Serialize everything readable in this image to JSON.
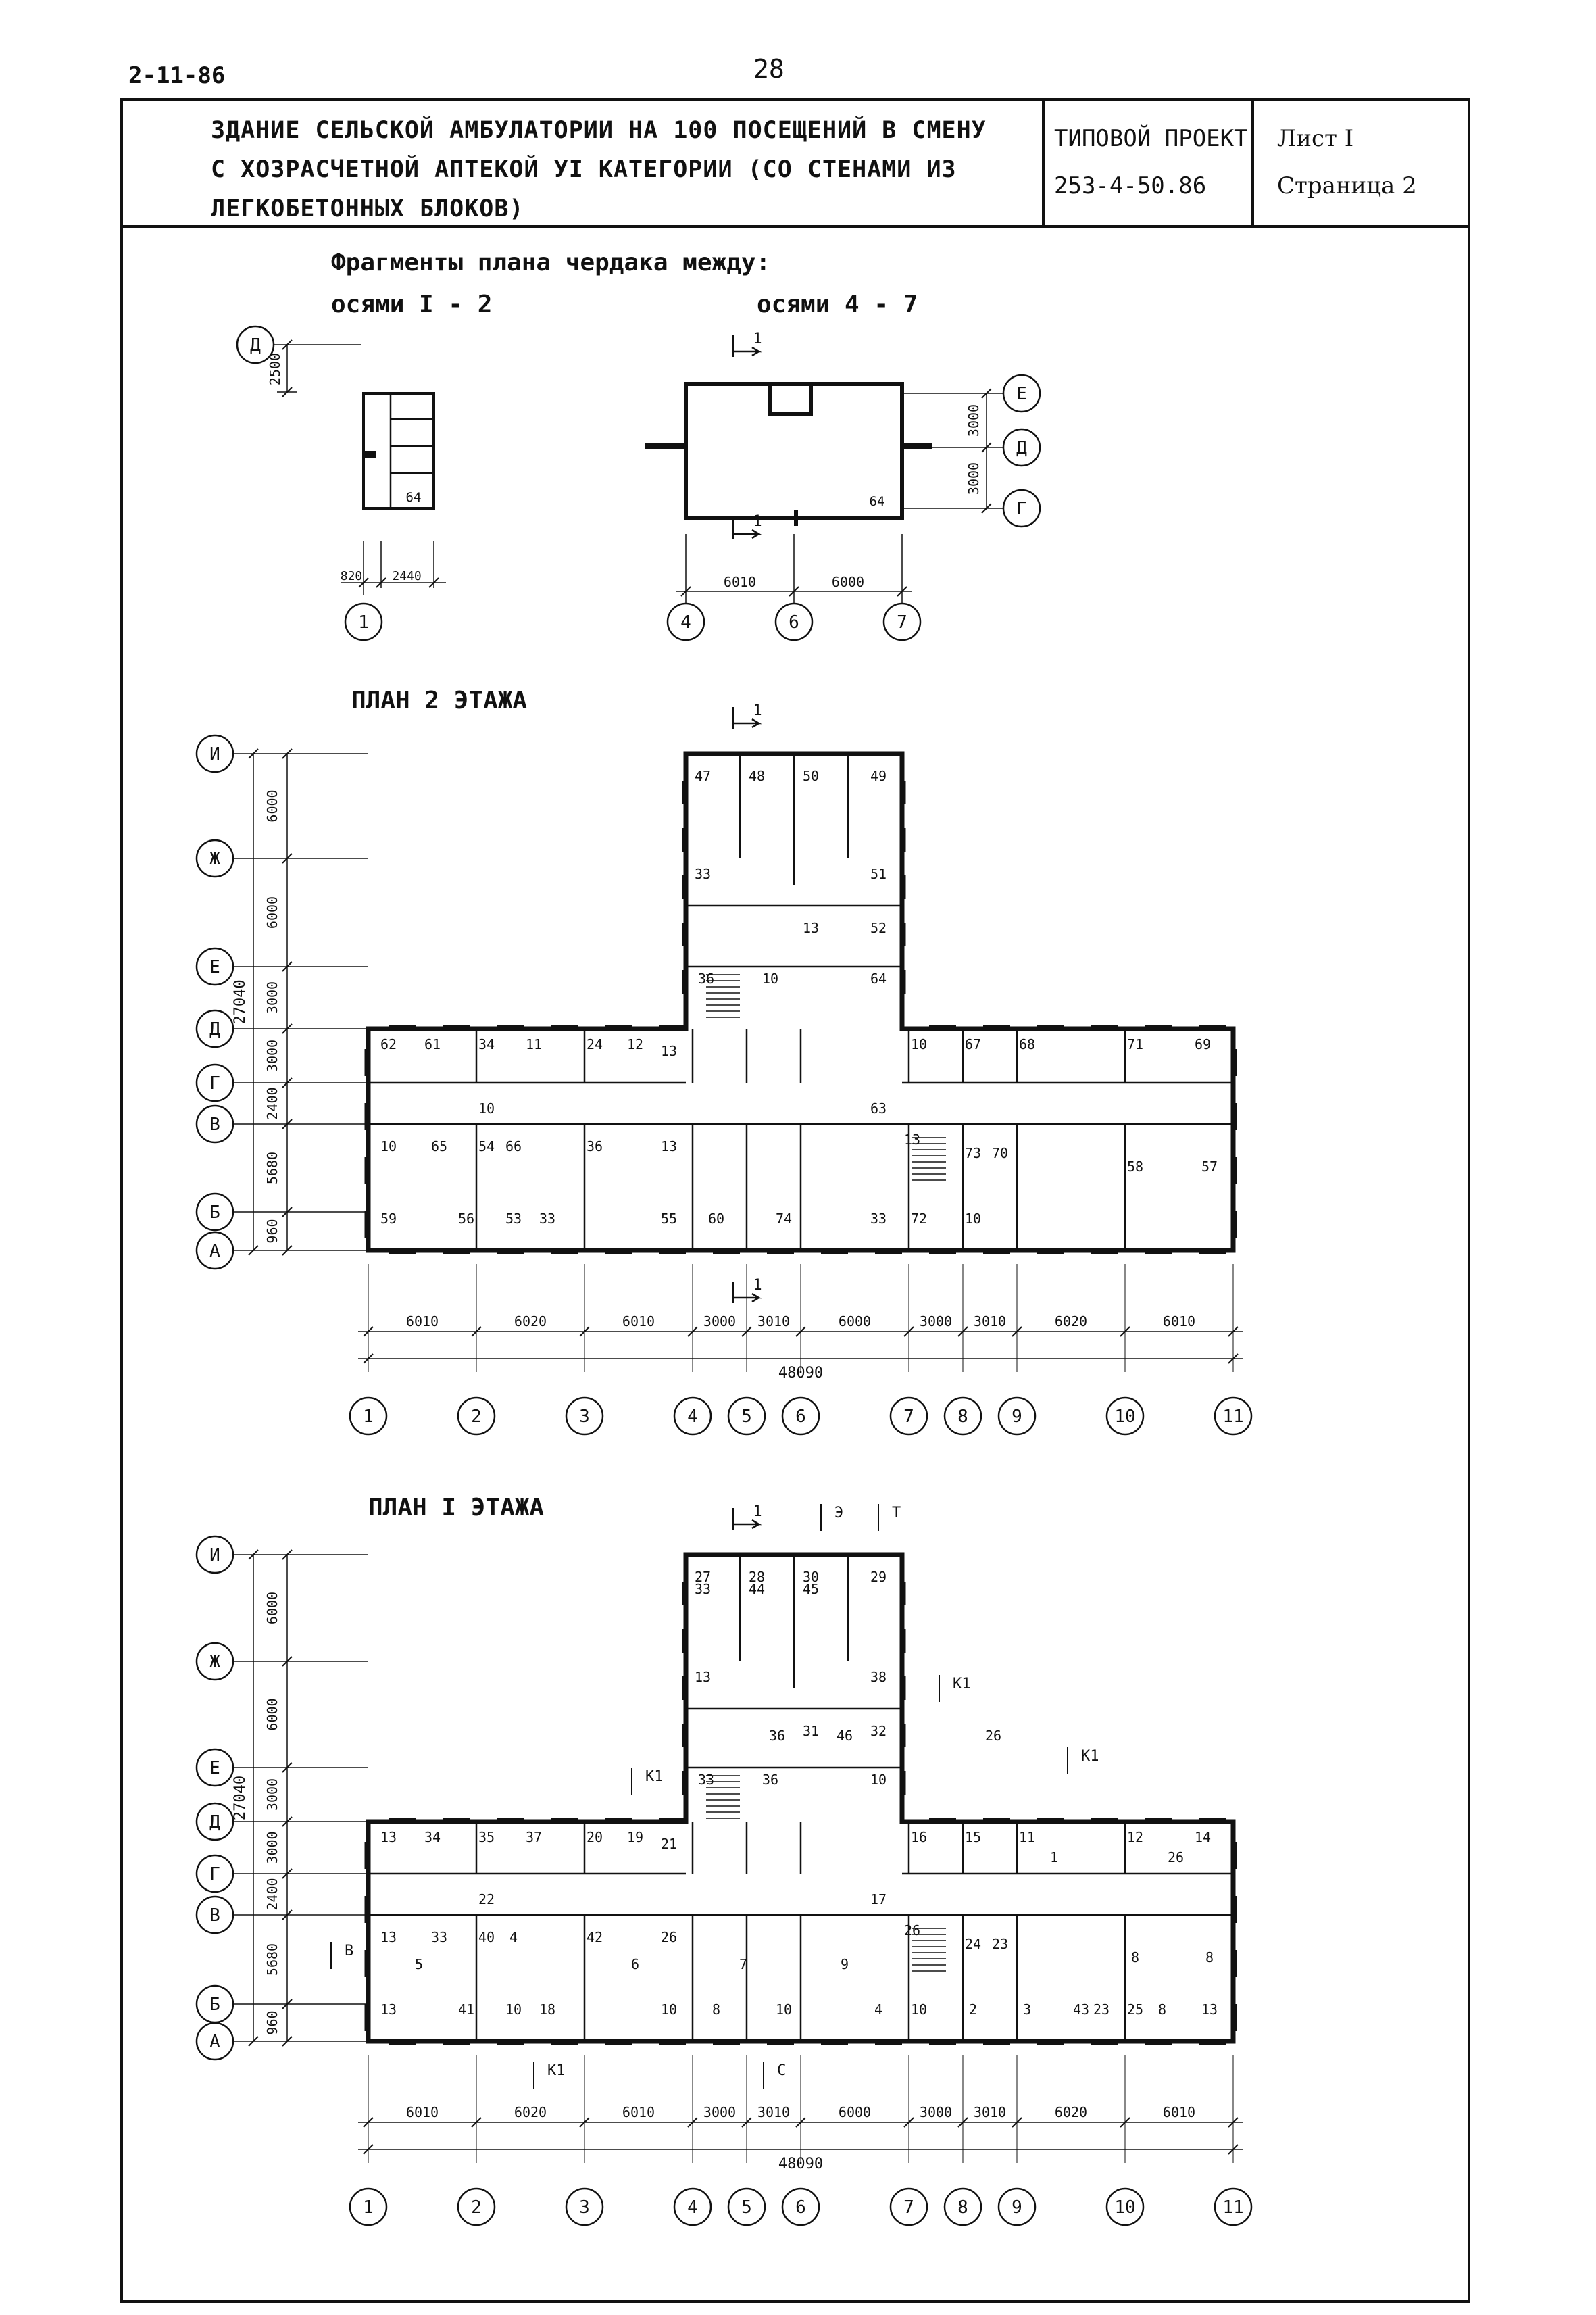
{
  "header": {
    "doc_code": "2-11-86",
    "page_number": "28",
    "title_line1": "ЗДАНИЕ СЕЛЬСКОЙ АМБУЛАТОРИИ НА 100 ПОСЕЩЕНИЙ В СМЕНУ",
    "title_line2": "С ХОЗРАСЧЕТНОЙ АПТЕКОЙ УI КАТЕГОРИИ (СО СТЕНАМИ ИЗ",
    "title_line3": "ЛЕГКОБЕТОННЫХ БЛОКОВ)",
    "project_label": "ТИПОВОЙ ПРОЕКТ",
    "project_code": "253-4-50.86",
    "sheet": "Лист I",
    "page": "Страница 2"
  },
  "attic": {
    "heading": "Фрагменты плана чердака между:",
    "axes_a_label": "осями I - 2",
    "axes_b_label": "осями  4 - 7",
    "dim_2500": "2500",
    "dim_820": "820",
    "dim_2440": "2440",
    "dim_3000a": "3000",
    "dim_3000b": "3000",
    "dim_6010": "6010",
    "dim_6000": "6000",
    "room_64a": "64",
    "room_64b": "64",
    "section_mark": "1",
    "axis_d": "Д",
    "axis_e": "Е",
    "axis_g": "Г",
    "axis_1": "1",
    "axis_4": "4",
    "axis_6": "6",
    "axis_7": "7"
  },
  "floor2": {
    "heading": "ПЛАН 2 ЭТАЖА",
    "row_axes": [
      "И",
      "Ж",
      "Е",
      "Д",
      "Г",
      "В",
      "Б",
      "А"
    ],
    "row_dims": [
      "6000",
      "6000",
      "3000",
      "3000",
      "2400",
      "5680",
      "960"
    ],
    "total_vertical": "27040",
    "col_axes": [
      "1",
      "2",
      "3",
      "4",
      "5",
      "6",
      "7",
      "8",
      "9",
      "10",
      "11"
    ],
    "col_dims": [
      "6010",
      "6020",
      "6010",
      "3000",
      "3010",
      "6000",
      "3000",
      "3010",
      "6020",
      "6010"
    ],
    "total_horizontal": "48090",
    "section_mark": "1",
    "rooms": [
      "47",
      "48",
      "50",
      "49",
      "33",
      "51",
      "13",
      "52",
      "36",
      "10",
      "64",
      "62",
      "61",
      "34",
      "11",
      "24",
      "12",
      "13",
      "10",
      "67",
      "68",
      "71",
      "69",
      "10",
      "63",
      "10",
      "65",
      "54",
      "66",
      "36",
      "13",
      "13",
      "73",
      "70",
      "58",
      "57",
      "59",
      "56",
      "53",
      "33",
      "55",
      "60",
      "74",
      "33",
      "72",
      "10"
    ]
  },
  "floor1": {
    "heading": "ПЛАН I ЭТАЖА",
    "row_axes": [
      "И",
      "Ж",
      "Е",
      "Д",
      "Г",
      "В",
      "Б",
      "А"
    ],
    "row_dims": [
      "6000",
      "6000",
      "3000",
      "3000",
      "2400",
      "5680",
      "960"
    ],
    "total_vertical": "27040",
    "col_axes": [
      "1",
      "2",
      "3",
      "4",
      "5",
      "6",
      "7",
      "8",
      "9",
      "10",
      "11"
    ],
    "col_dims": [
      "6010",
      "6020",
      "6010",
      "3000",
      "3010",
      "6000",
      "3000",
      "3010",
      "6020",
      "6010"
    ],
    "total_horizontal": "48090",
    "section_mark": "1",
    "entry_marks": [
      "Э",
      "Т",
      "К1",
      "К1",
      "К1",
      "К1",
      "В",
      "С"
    ],
    "rooms": [
      "27",
      "28",
      "30",
      "29",
      "13",
      "38",
      "31",
      "32",
      "33",
      "36",
      "10",
      "13",
      "34",
      "35",
      "37",
      "20",
      "19",
      "21",
      "16",
      "15",
      "11",
      "12",
      "14",
      "22",
      "17",
      "13",
      "33",
      "40",
      "4",
      "42",
      "26",
      "26",
      "24",
      "23",
      "8",
      "8",
      "13",
      "41",
      "10",
      "18",
      "10",
      "8",
      "10",
      "4",
      "10",
      "2",
      "3",
      "23",
      "25",
      "13",
      "8",
      "43",
      "9",
      "7",
      "6",
      "5",
      "1",
      "26",
      "26",
      "36",
      "46",
      "33",
      "44",
      "45"
    ]
  }
}
